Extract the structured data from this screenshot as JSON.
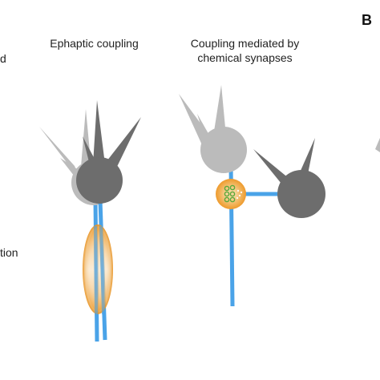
{
  "labels": {
    "ephaptic_title": "Ephaptic coupling",
    "chemical_title_line1": "Coupling mediated by",
    "chemical_title_line2": "chemical synapses",
    "panel_letter": "B",
    "left_partial_1": "d",
    "left_partial_2": "tion"
  },
  "colors": {
    "neuron_light": "#bbbbbb",
    "neuron_dark": "#6d6d6d",
    "axon": "#4aa3e8",
    "field_glow": "#f0a23a",
    "vesicle": "#5aa83a",
    "text": "#222222"
  }
}
